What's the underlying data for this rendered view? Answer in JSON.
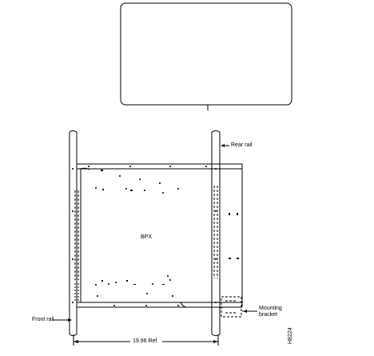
{
  "diagram": {
    "labels": {
      "rear_rail": "Rear rail",
      "front_rail": "Front rail",
      "mounting_bracket_line1": "Mounting",
      "mounting_bracket_line2": "bracket",
      "chassis": "BPX",
      "dimension": "19.96 Ref",
      "figure_id": "H8224"
    },
    "colors": {
      "line": "#000000",
      "background": "#ffffff"
    }
  }
}
